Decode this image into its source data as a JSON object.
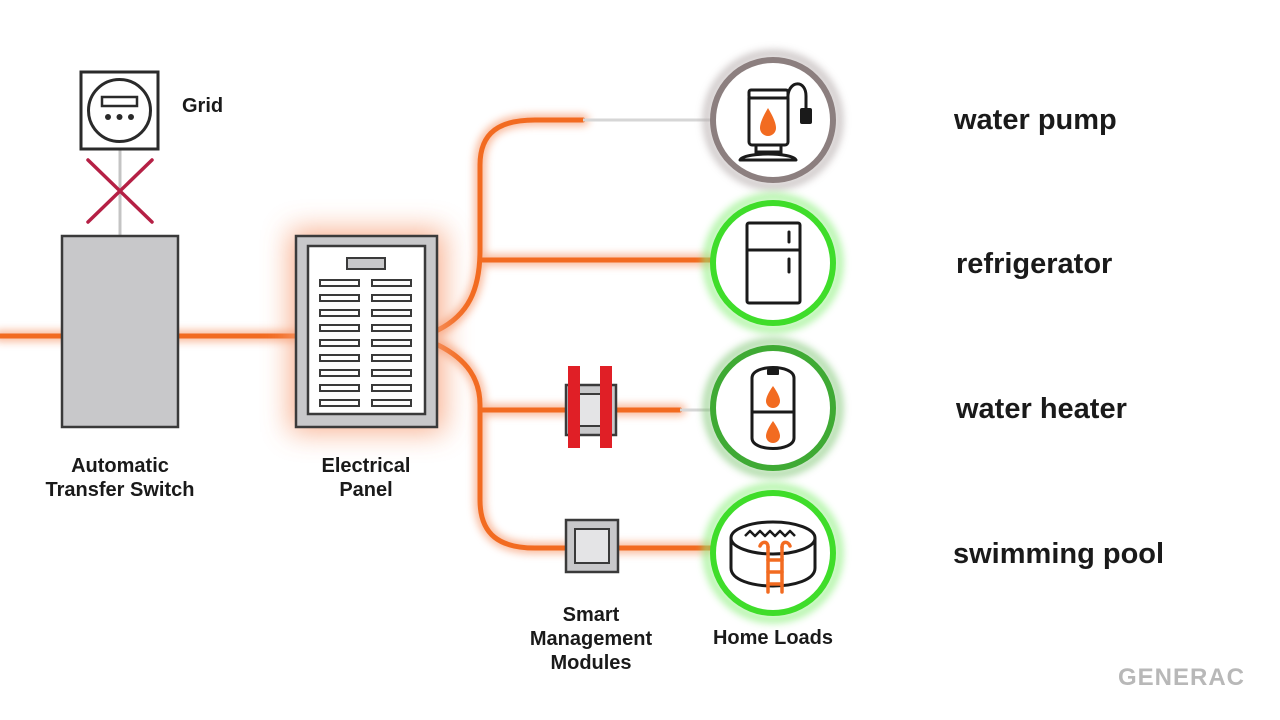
{
  "labels": {
    "grid": "Grid",
    "ats_line1": "Automatic",
    "ats_line2": "Transfer Switch",
    "panel_line1": "Electrical",
    "panel_line2": "Panel",
    "smm_line1": "Smart",
    "smm_line2": "Management",
    "smm_line3": "Modules",
    "home_loads": "Home Loads"
  },
  "loads": [
    {
      "name": "water pump",
      "status": "off"
    },
    {
      "name": "refrigerator",
      "status": "on"
    },
    {
      "name": "water heater",
      "status": "on"
    },
    {
      "name": "swimming pool",
      "status": "on"
    }
  ],
  "brand": {
    "name": "GENERAC"
  },
  "colors": {
    "power": "#f26b21",
    "active_ring": "#3fdd2a",
    "inactive_ring": "#8c7f7f",
    "disconnect": "#b52045",
    "relay": "#e01f26",
    "equipment_gray": "#c8c8ca",
    "outline": "#3a3a3a"
  }
}
